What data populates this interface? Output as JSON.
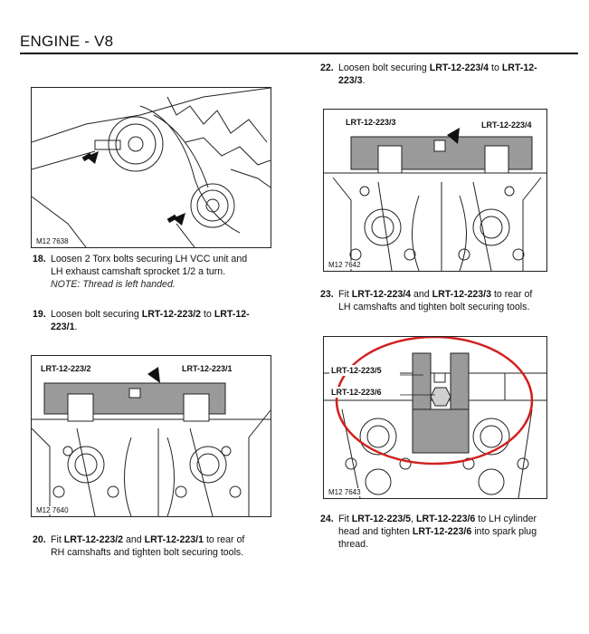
{
  "header": {
    "title": "ENGINE - V8"
  },
  "figures": [
    {
      "code": "M12 7638"
    },
    {
      "code": "M12 7640",
      "label_left": "LRT-12-223/2",
      "label_right": "LRT-12-223/1"
    },
    {
      "code": "M12 7642",
      "label_left": "LRT-12-223/3",
      "label_right": "LRT-12-223/4"
    },
    {
      "code": "M12 7643",
      "label_a": "LRT-12-223/5",
      "label_b": "LRT-12-223/6"
    }
  ],
  "steps": [
    {
      "num": "18.",
      "t1": "Loosen 2 Torx bolts securing LH VCC unit and",
      "t2": "LH exhaust camshaft sprocket 1/2 a turn.",
      "note": "NOTE: Thread is left handed."
    },
    {
      "num": "19.",
      "t1": "Loosen bolt securing ",
      "b1": "LRT-12-223/2",
      "t2": " to ",
      "b2": "LRT-12-",
      "b3": "223/1",
      "t3": "."
    },
    {
      "num": "20.",
      "t1": "Fit ",
      "b1": "LRT-12-223/2",
      "t2": " and ",
      "b2": "LRT-12-223/1",
      "t3": " to rear of",
      "t4": "RH camshafts and tighten bolt securing tools."
    },
    {
      "num": "22.",
      "t1": "Loosen bolt securing ",
      "b1": "LRT-12-223/4",
      "t2": " to ",
      "b2": "LRT-12-",
      "b3": "223/3",
      "t3": "."
    },
    {
      "num": "23.",
      "t1": "Fit ",
      "b1": "LRT-12-223/4",
      "t2": " and ",
      "b2": "LRT-12-223/3",
      "t3": " to rear of",
      "t4": "LH camshafts and tighten bolt securing tools."
    },
    {
      "num": "24.",
      "t1": "Fit ",
      "b1": "LRT-12-223/5",
      "t2": ", ",
      "b2": "LRT-12-223/6",
      "t3": " to LH cylinder",
      "t4": "head and tighten ",
      "b4": "LRT-12-223/6",
      "t5": " into spark plug",
      "t6": "thread."
    }
  ]
}
